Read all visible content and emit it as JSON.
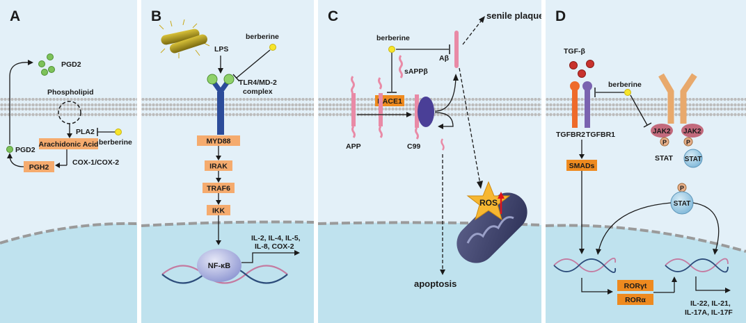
{
  "panels": [
    {
      "letter": "A"
    },
    {
      "letter": "B"
    },
    {
      "letter": "C"
    },
    {
      "letter": "D"
    }
  ],
  "panel_a": {
    "pgd2_top": "PGD2",
    "phospholipid": "Phospholipid",
    "pla2": "PLA2",
    "berberine": "berberine",
    "arachidonic_acid": "Arachidonic Acid",
    "pgd2_side": "PGD2",
    "cox": "COX-1/COX-2",
    "pgh2": "PGH2"
  },
  "panel_b": {
    "lps": "LPS",
    "berberine": "berberine",
    "tlr4_line1": "TLR4/MD-2",
    "tlr4_line2": "complex",
    "myd88": "MYD88",
    "irak": "IRAK",
    "traf6": "TRAF6",
    "ikk": "IKK",
    "nfkb": "NF-κB",
    "cytokines_line1": "IL-2, IL-4, IL-5,",
    "cytokines_line2": "IL-8, COX-2"
  },
  "panel_c": {
    "senile_plaque": "senile plaque",
    "berberine": "berberine",
    "abeta": "Aβ",
    "sappb": "sAPPβ",
    "bace1": "BACE1",
    "app": "APP",
    "c99": "C99",
    "ros": "ROS",
    "apoptosis": "apoptosis"
  },
  "panel_d": {
    "tgfb": "TGF-β",
    "berberine": "berberine",
    "tgfbr2": "TGFBR2",
    "tgfbr1": "TGFBR1",
    "jak2_left": "JAK2",
    "jak2_right": "JAK2",
    "p1": "P",
    "p2": "P",
    "p3": "P",
    "stat1": "STAT",
    "stat2": "STAT",
    "stat3": "STAT",
    "smads": "SMADs",
    "roryt": "RORγt",
    "rora": "RORα",
    "out_line1": "IL-22, IL-21,",
    "out_line2": "IL-17A, IL-17F"
  },
  "colors": {
    "background": "#e3f0f8",
    "nucleus": "#bfe2ee",
    "box": "#f5ab6e",
    "box_dark": "#ee8a1f",
    "berberine": "#f7e52a",
    "pgd2": "#7dc25a",
    "tgfb": "#c8322d"
  }
}
